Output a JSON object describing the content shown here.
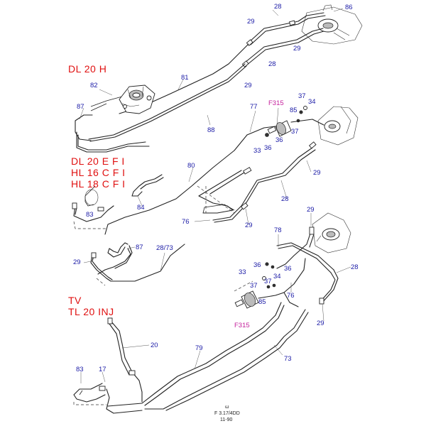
{
  "variants": {
    "dl20h": "DL 20 H",
    "dl20efi": "DL 20 E F I",
    "hl16cfi": "HL 16 C F I",
    "hl18cfi": "HL 18 C F I",
    "tv": "TV",
    "tl20inj": "TL 20 INJ"
  },
  "callouts": {
    "c86": "86",
    "c28a": "28",
    "c29a": "29",
    "c29b": "29",
    "c28b": "28",
    "c29c": "29",
    "c81": "81",
    "c82": "82",
    "c87a": "87",
    "c88": "88",
    "f315a": "F315",
    "c37a": "37",
    "c34a": "34",
    "c77": "77",
    "c85a": "85",
    "c37b": "37",
    "c33a": "33",
    "c36a": "36",
    "c36b": "36",
    "c80": "80",
    "c29d": "29",
    "c28c": "28",
    "c76a": "76",
    "c29e": "29",
    "c84": "84",
    "c83a": "83",
    "c29f": "29",
    "c78": "78",
    "c87b": "87",
    "c2873": "28/73",
    "c29g": "29",
    "c28d": "28",
    "c36c": "36",
    "c33b": "33",
    "c34b": "34",
    "c36d": "36",
    "c37c": "37",
    "c37d": "37",
    "c76b": "76",
    "c85b": "85",
    "f315b": "F315",
    "c29h": "29",
    "c20": "20",
    "c79": "79",
    "c73": "73",
    "c83b": "83",
    "c17": "17"
  },
  "reference": {
    "symbol": "ω",
    "code": "F 3.17/4DD",
    "date": "11-90"
  },
  "colors": {
    "callout": "#1a1aa6",
    "variant": "#e01010",
    "highlight": "#c4209c",
    "line": "#222222"
  }
}
